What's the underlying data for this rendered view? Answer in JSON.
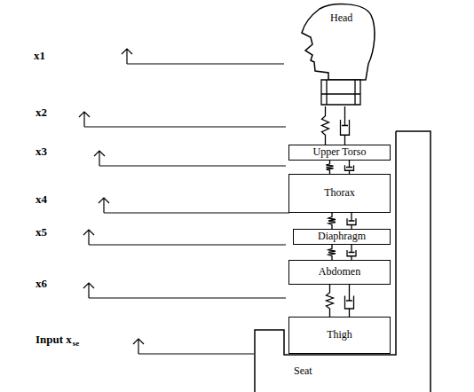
{
  "diagram": {
    "nodes": [
      {
        "text": [
          "Head"
        ]
      },
      {
        "text": [
          "Upper Torso"
        ]
      },
      {
        "text": [
          "Thorax"
        ]
      },
      {
        "text": [
          "Diaphragm"
        ]
      },
      {
        "text": [
          "Abdomen"
        ]
      },
      {
        "text": [
          "Thigh"
        ]
      },
      {
        "text": [
          "Seat"
        ]
      }
    ],
    "edges": [
      {
        "from": 0,
        "to": 1,
        "arrow": "none"
      },
      {
        "from": 1,
        "to": 2,
        "arrow": "none"
      },
      {
        "from": 2,
        "to": 3,
        "arrow": "none"
      },
      {
        "from": 3,
        "to": 4,
        "arrow": "none"
      },
      {
        "from": 4,
        "to": 5,
        "arrow": "none"
      }
    ],
    "labels": [
      "x1",
      "x2",
      "x3",
      "x4",
      "x5",
      "x6",
      "Input x",
      "se"
    ]
  }
}
